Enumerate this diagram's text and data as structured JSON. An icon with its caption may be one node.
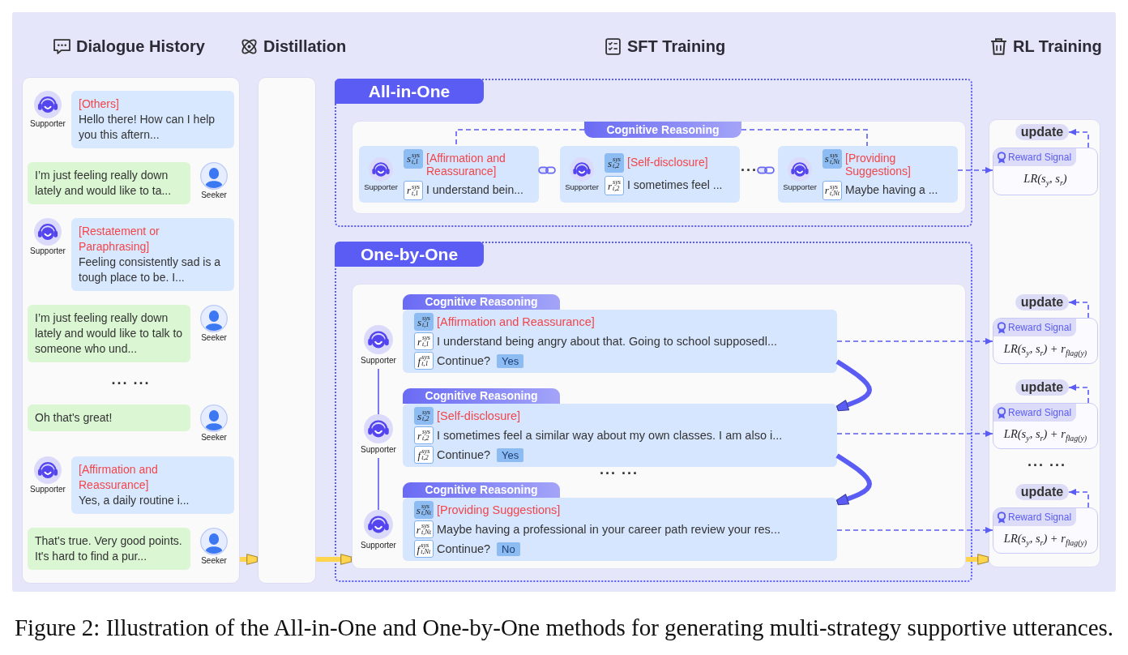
{
  "diagram": {
    "caption": "Figure 2: Illustration of the All-in-One and One-by-One methods for generating multi-strategy supportive utterances.",
    "nodes": [
      {
        "text": [],
        "shape": "box"
      },
      {
        "text": [
          "[Others]",
          "Hello there! How can I help you this aftern..."
        ],
        "in": 0,
        "beside": [
          "Supporter"
        ]
      },
      {
        "text": [
          "I’m just feeling really down lately and would like to ta..."
        ],
        "in": 0,
        "beside": [
          "Seeker"
        ]
      },
      {
        "text": [
          "[Restatement or Paraphrasing]",
          "Feeling consistently sad is a tough place to be. I..."
        ],
        "in": 0,
        "beside": [
          "Supporter"
        ]
      },
      {
        "text": [
          "I’m just feeling really down lately and would like to talk to someone who und..."
        ],
        "in": 0,
        "beside": [
          "Seeker"
        ]
      },
      {
        "text": [
          "Oh that's great!"
        ],
        "in": 0,
        "beside": [
          "Seeker"
        ]
      },
      {
        "text": [
          "[Affirmation and Reassurance]",
          "Yes, a daily routine i..."
        ],
        "in": 0,
        "beside": [
          "Supporter"
        ]
      },
      {
        "text": [
          "That's true. Very good points. It's hard to find a pur..."
        ],
        "in": 0,
        "beside": [
          "Seeker"
        ]
      },
      {
        "text": [],
        "shape": "box"
      },
      {
        "text": [
          "All-in-One"
        ]
      },
      {
        "text": [],
        "shape": "box",
        "in": 9
      },
      {
        "text": [
          "Cognitive Reasoning"
        ],
        "in": 10
      },
      {
        "text": [
          "Supporter",
          "s$^{sys}$$_{t,1}$",
          "[Affirmation and Reassurance]",
          "r$^{sys}$$_{t,1}$",
          "I understand bein..."
        ],
        "in": 10
      },
      {
        "text": [
          "Supporter",
          "s$^{sys}$$_{t,2}$",
          "[Self-disclosure]",
          "r$^{sys}$$_{t,2}$",
          "I sometimes feel ..."
        ],
        "in": 10
      },
      {
        "text": [
          "Supporter",
          "s$^{sys}$$_{t,Nt}$",
          "[Providing Suggestions]",
          "r$^{sys}$$_{t,Nt}$",
          "Maybe having a ..."
        ],
        "in": 10
      },
      {
        "text": [
          "One-by-One"
        ]
      },
      {
        "text": [],
        "shape": "box",
        "in": 15
      },
      {
        "text": [
          "Supporter"
        ],
        "in": 16
      },
      {
        "text": [
          "Cognitive Reasoning"
        ],
        "in": 16
      },
      {
        "text": [
          "s$^{sys}$$_{t,1}$",
          "[Affirmation and Reassurance]",
          "r$^{sys}$$_{t,1}$",
          "I understand being angry about that. Going to school supposedl...",
          "f$^{sys}$$_{t,1}$",
          "Continue?",
          "Yes"
        ],
        "in": 16
      },
      {
        "text": [
          "Supporter"
        ],
        "in": 16
      },
      {
        "text": [
          "Cognitive Reasoning"
        ],
        "in": 16
      },
      {
        "text": [
          "s$^{sys}$$_{t,2}$",
          "[Self-disclosure]",
          "r$^{sys}$$_{t,2}$",
          "I sometimes feel a similar way about my own classes. I am also i...",
          "f$^{sys}$$_{t,2}$",
          "Continue?",
          "Yes"
        ],
        "in": 16
      },
      {
        "text": [
          "Supporter"
        ],
        "in": 16
      },
      {
        "text": [
          "Cognitive Reasoning"
        ],
        "in": 16
      },
      {
        "text": [
          "s$^{sys}$$_{t,Nt}$",
          "[Providing Suggestions]",
          "r$^{sys}$$_{t,Nt}$",
          "Maybe having a professional in your career path review your res...",
          "f$^{sys}$$_{t,Nt}$",
          "Continue?",
          "No"
        ],
        "in": 16
      },
      {
        "text": [],
        "shape": "box"
      },
      {
        "text": [
          "update"
        ],
        "in": 26
      },
      {
        "text": [
          "Reward Signal",
          "LR(s$_{y}$, s$_{r}$)"
        ],
        "in": 26
      },
      {
        "text": [
          "update"
        ],
        "in": 26
      },
      {
        "text": [
          "Reward Signal",
          "LR(s$_{y}$, s$_{r}$) + r$_{flag(y)}$"
        ],
        "in": 26
      },
      {
        "text": [
          "update"
        ],
        "in": 26
      },
      {
        "text": [
          "Reward Signal",
          "LR(s$_{y}$, s$_{r}$) + r$_{flag(y)}$"
        ],
        "in": 26
      },
      {
        "text": [
          "update"
        ],
        "in": 26
      },
      {
        "text": [
          "Reward Signal",
          "LR(s$_{y}$, s$_{r}$) + r$_{flag(y)}$"
        ],
        "in": 26
      }
    ],
    "edges": [
      {
        "from": 0,
        "to": 8,
        "arrow": "to",
        "style": "thick",
        "color": "#ffd44f"
      },
      {
        "from": 8,
        "to": 16,
        "arrow": "to",
        "style": "thick",
        "color": "#ffd44f"
      },
      {
        "from": 16,
        "to": 26,
        "arrow": "to",
        "style": "thick",
        "color": "#ffd44f"
      },
      {
        "from": 11,
        "to": 12,
        "arrow": "none",
        "style": "dashed"
      },
      {
        "from": 11,
        "to": 14,
        "arrow": "none",
        "style": "dashed"
      },
      {
        "from": 14,
        "to": 28,
        "arrow": "to",
        "style": "dashed"
      },
      {
        "from": 28,
        "to": 27,
        "arrow": "to",
        "style": "dashed"
      },
      {
        "from": 17,
        "to": 20,
        "arrow": "none"
      },
      {
        "from": 20,
        "to": 23,
        "arrow": "none"
      },
      {
        "from": 19,
        "to": 22,
        "arrow": "to",
        "style": "thick"
      },
      {
        "from": 22,
        "to": 25,
        "arrow": "to",
        "style": "thick"
      },
      {
        "from": 19,
        "to": 30,
        "arrow": "to",
        "style": "dashed"
      },
      {
        "from": 22,
        "to": 32,
        "arrow": "to",
        "style": "dashed"
      },
      {
        "from": 25,
        "to": 34,
        "arrow": "to",
        "style": "dashed"
      },
      {
        "from": 30,
        "to": 29,
        "arrow": "to",
        "style": "dashed"
      },
      {
        "from": 32,
        "to": 31,
        "arrow": "to",
        "style": "dashed"
      },
      {
        "from": 34,
        "to": 33,
        "arrow": "to",
        "style": "dashed"
      }
    ],
    "labels": [
      "Dialogue History",
      "Distillation",
      "SFT Training",
      "RL Training",
      "··· ···",
      "···",
      "··· ···",
      "··· ···"
    ]
  }
}
